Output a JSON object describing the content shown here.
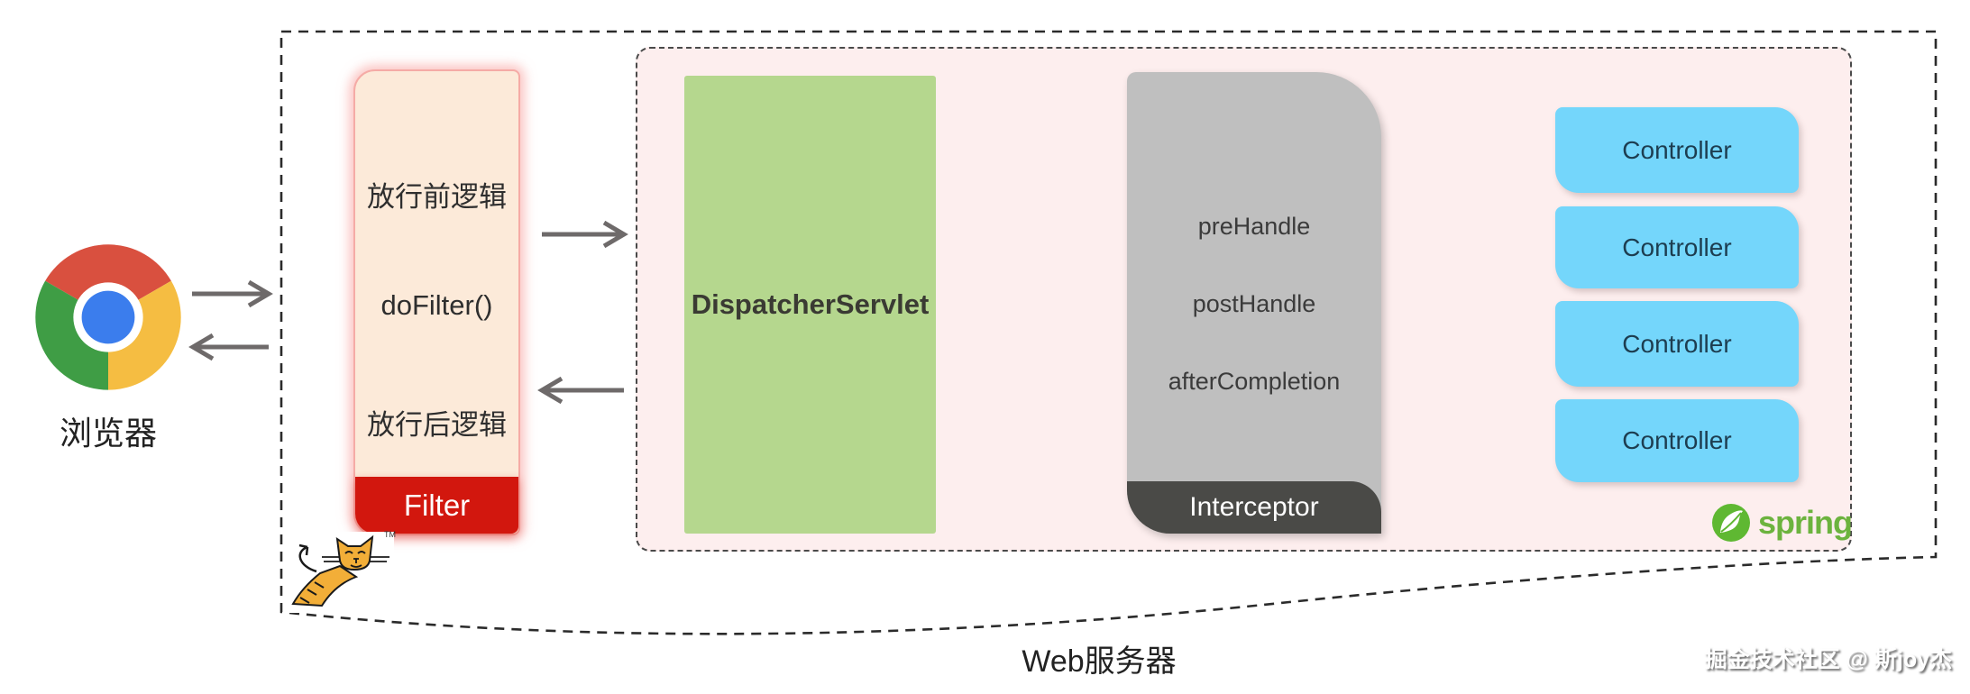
{
  "browser": {
    "label": "浏览器"
  },
  "filter": {
    "lines": [
      "放行前逻辑",
      "doFilter()",
      "放行后逻辑"
    ],
    "title": "Filter"
  },
  "dispatcher": {
    "label": "DispatcherServlet"
  },
  "interceptor": {
    "methods": [
      "preHandle",
      "postHandle",
      "afterCompletion"
    ],
    "title": "Interceptor"
  },
  "controllers": [
    "Controller",
    "Controller",
    "Controller",
    "Controller"
  ],
  "footer": {
    "server_label": "Web服务器"
  },
  "logos": {
    "spring_label": "spring",
    "tomcat_tm": "TM",
    "chrome_icon": "chrome-browser-logo",
    "tomcat_icon": "tomcat-cat-logo",
    "spring_icon": "spring-leaf-logo"
  },
  "watermark": {
    "text": "掘金技术社区 @ 斯joy杰"
  },
  "colors": {
    "spring_container_bg": "#fdeeee",
    "filter_bg": "#fcead9",
    "filter_border": "#f5aba6",
    "filter_red": "#d2170e",
    "dispatcher_green": "#b5d78e",
    "interceptor_gray": "#bfbfbf",
    "interceptor_dark": "#4a4a47",
    "controller_blue": "#74d6fb",
    "arrow_gray": "#6e6a6a",
    "spring_green": "#6cb33e"
  }
}
